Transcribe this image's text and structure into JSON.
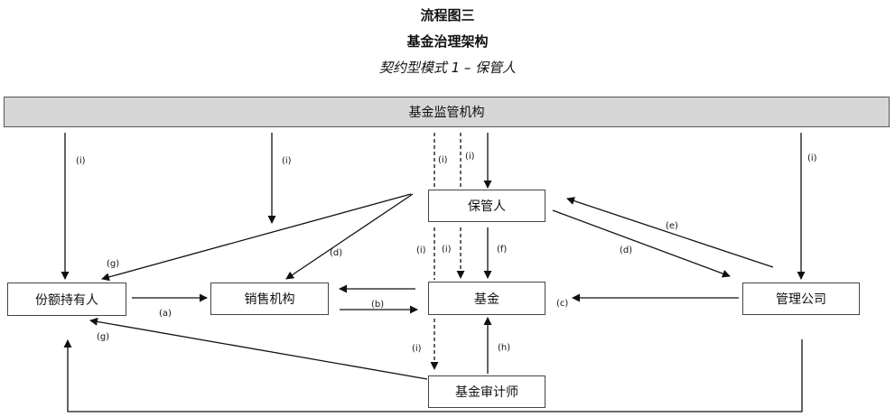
{
  "titles": {
    "line1": "流程图三",
    "line2": "基金治理架构",
    "line3": "契约型模式 1 –  保管人"
  },
  "entities": {
    "regulator": "基金监管机构",
    "custodian": "保管人",
    "unitholders": "份额持有人",
    "distributor": "销售机构",
    "fund": "基金",
    "manager": "管理公司",
    "auditor": "基金审计师"
  },
  "labels": {
    "i": "(i)",
    "a": "(a)",
    "b": "(b)",
    "c": "(c)",
    "d": "(d)",
    "e": "(e)",
    "f": "(f)",
    "g": "(g)",
    "h": "(h)"
  }
}
